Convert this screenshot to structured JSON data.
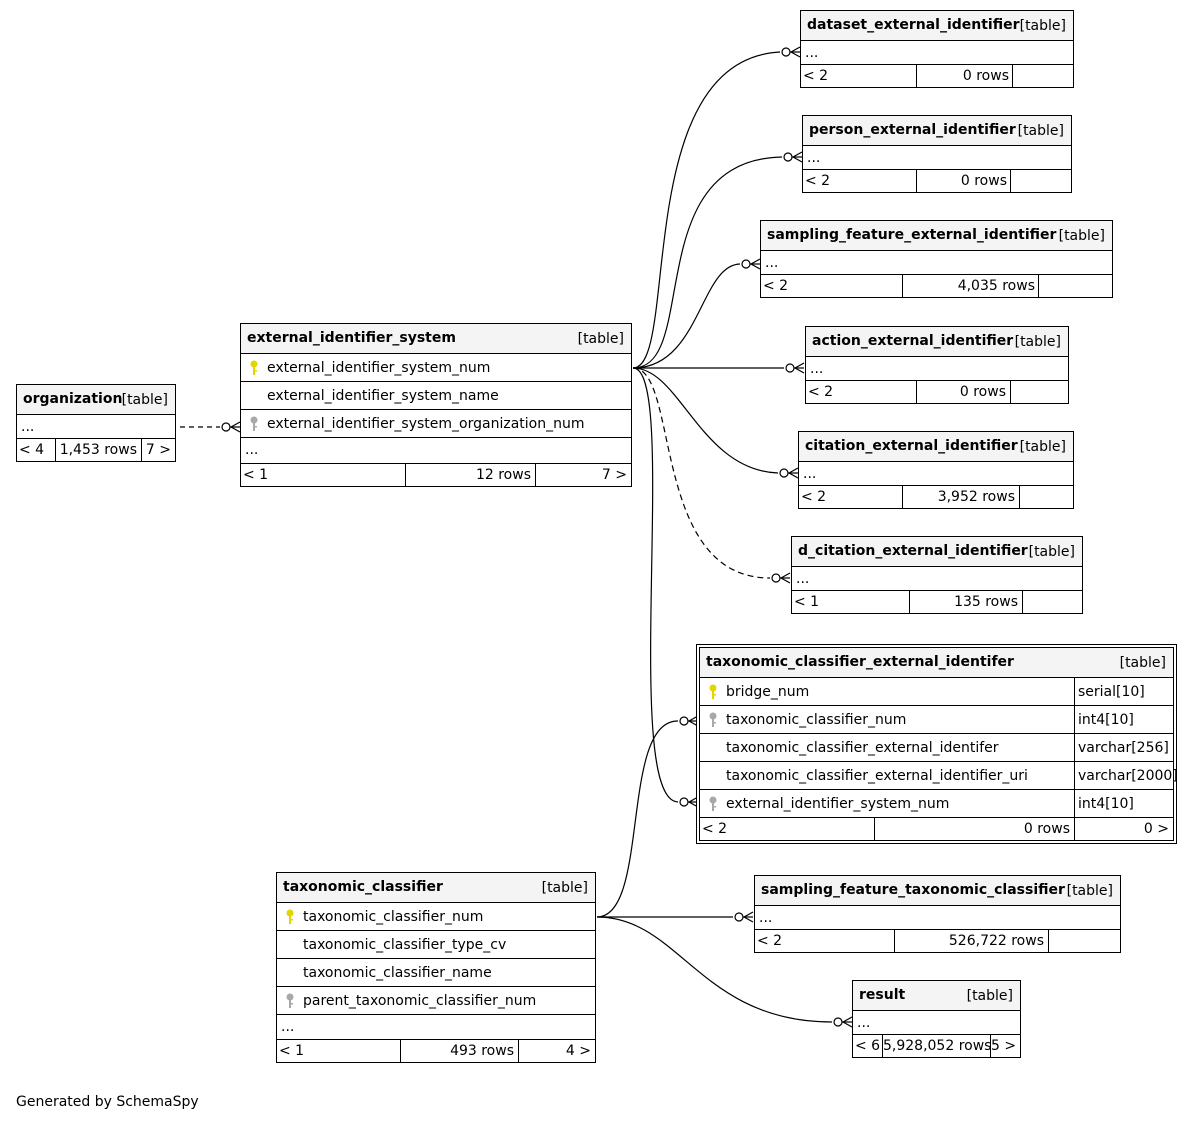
{
  "kind_label": "[table]",
  "ellipsis": "...",
  "footer": "Generated by SchemaSpy",
  "colors": {
    "primary_key": "#e2d500",
    "foreign_key": "#a8a8a8",
    "header_bg": "#f4f4f4"
  },
  "tables": {
    "organization": {
      "name": "organization",
      "stats": {
        "parents": "< 4",
        "rows": "1,453 rows",
        "children": "7 >"
      }
    },
    "external_identifier_system": {
      "name": "external_identifier_system",
      "columns": [
        {
          "name": "external_identifier_system_num",
          "icon": "primary-key-icon"
        },
        {
          "name": "external_identifier_system_name",
          "icon": ""
        },
        {
          "name": "external_identifier_system_organization_num",
          "icon": "foreign-key-icon"
        }
      ],
      "stats": {
        "parents": "< 1",
        "rows": "12 rows",
        "children": "7 >"
      }
    },
    "dataset_external_identifier": {
      "name": "dataset_external_identifier",
      "stats": {
        "parents": "< 2",
        "rows": "0 rows",
        "children": ""
      }
    },
    "person_external_identifier": {
      "name": "person_external_identifier",
      "stats": {
        "parents": "< 2",
        "rows": "0 rows",
        "children": ""
      }
    },
    "sampling_feature_external_identifier": {
      "name": "sampling_feature_external_identifier",
      "stats": {
        "parents": "< 2",
        "rows": "4,035 rows",
        "children": ""
      }
    },
    "action_external_identifier": {
      "name": "action_external_identifier",
      "stats": {
        "parents": "< 2",
        "rows": "0 rows",
        "children": ""
      }
    },
    "citation_external_identifier": {
      "name": "citation_external_identifier",
      "stats": {
        "parents": "< 2",
        "rows": "3,952 rows",
        "children": ""
      }
    },
    "d_citation_external_identifier": {
      "name": "d_citation_external_identifier",
      "stats": {
        "parents": "< 1",
        "rows": "135 rows",
        "children": ""
      }
    },
    "taxonomic_classifier_external_identifer": {
      "name": "taxonomic_classifier_external_identifer",
      "columns": [
        {
          "name": "bridge_num",
          "type": "serial[10]",
          "icon": "primary-key-icon"
        },
        {
          "name": "taxonomic_classifier_num",
          "type": "int4[10]",
          "icon": "foreign-key-icon"
        },
        {
          "name": "taxonomic_classifier_external_identifer",
          "type": "varchar[256]",
          "icon": ""
        },
        {
          "name": "taxonomic_classifier_external_identifier_uri",
          "type": "varchar[2000]",
          "icon": ""
        },
        {
          "name": "external_identifier_system_num",
          "type": "int4[10]",
          "icon": "foreign-key-icon"
        }
      ],
      "stats": {
        "parents": "< 2",
        "rows": "0 rows",
        "children": "0 >"
      }
    },
    "taxonomic_classifier": {
      "name": "taxonomic_classifier",
      "columns": [
        {
          "name": "taxonomic_classifier_num",
          "icon": "primary-key-icon"
        },
        {
          "name": "taxonomic_classifier_type_cv",
          "icon": ""
        },
        {
          "name": "taxonomic_classifier_name",
          "icon": ""
        },
        {
          "name": "parent_taxonomic_classifier_num",
          "icon": "foreign-key-icon"
        }
      ],
      "stats": {
        "parents": "< 1",
        "rows": "493 rows",
        "children": "4 >"
      }
    },
    "sampling_feature_taxonomic_classifier": {
      "name": "sampling_feature_taxonomic_classifier",
      "stats": {
        "parents": "< 2",
        "rows": "526,722 rows",
        "children": ""
      }
    },
    "result": {
      "name": "result",
      "stats": {
        "parents": "< 6",
        "rows": "5,928,052 rows",
        "children": "5 >"
      }
    }
  }
}
